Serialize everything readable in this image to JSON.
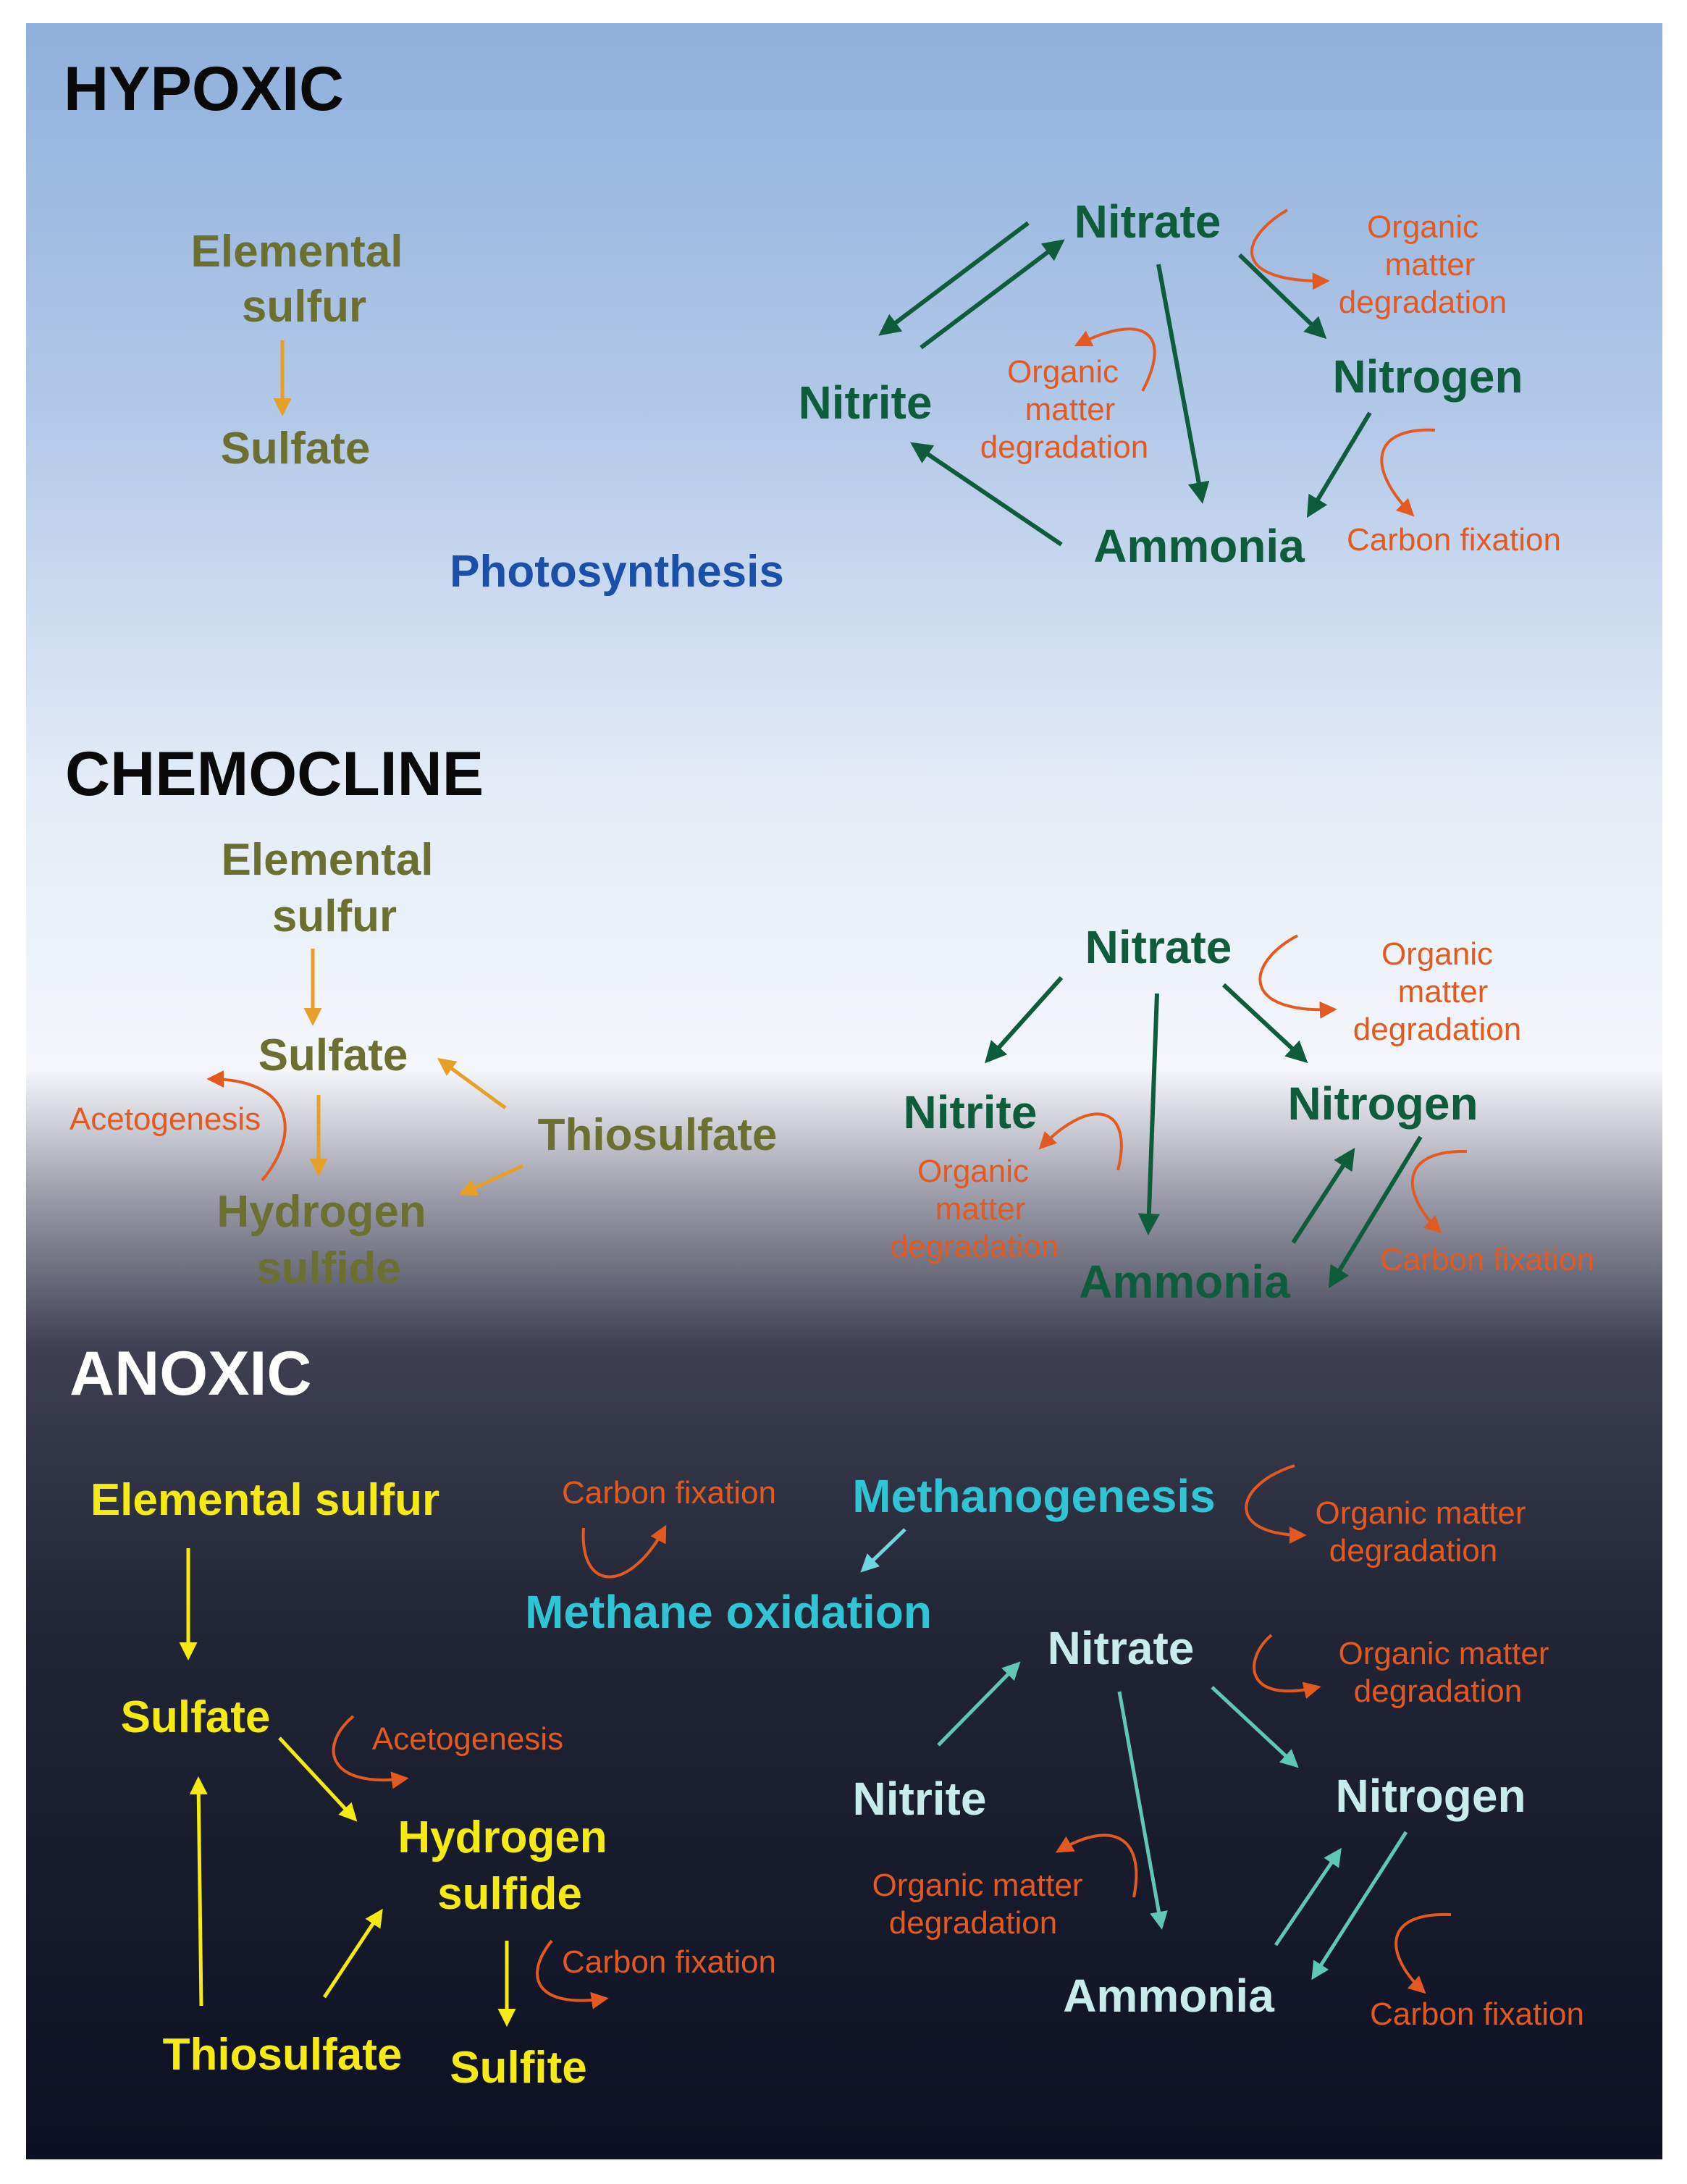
{
  "zones": {
    "hypoxic": "HYPOXIC",
    "chemocline": "CHEMOCLINE",
    "anoxic": "ANOXIC"
  },
  "colors": {
    "sky_top": "#8fb0dc",
    "sky_mid": "#e4ecf7",
    "chemo_white": "#f4f6fa",
    "deep": "#222535",
    "deepest": "#0c1022",
    "sulfur_olive": "#6b7030",
    "nitrogen_green": "#0f5c3c",
    "process_orange": "#e25a22",
    "sulfur_arrow_orange": "#e6a028",
    "anoxic_yellow": "#f5ea12",
    "anoxic_cyan": "#30c4d4",
    "anoxic_teal_text": "#c8ecec",
    "anoxic_teal_arrow": "#5fc7b3",
    "photosynthesis_blue": "#1b4fa8",
    "heading_dark": "#0a0a0a",
    "heading_light": "#ffffff"
  },
  "hypoxic": {
    "sulfur": {
      "elemental_l1": "Elemental",
      "elemental_l2": "sulfur",
      "sulfate": "Sulfate"
    },
    "photosynthesis": "Photosynthesis",
    "nitrogen": {
      "nitrate": "Nitrate",
      "nitrite": "Nitrite",
      "nitrogen": "Nitrogen",
      "ammonia": "Ammonia",
      "omd_top": [
        "Organic",
        "matter",
        "degradation"
      ],
      "omd_mid": [
        "Organic",
        "matter",
        "degradation"
      ],
      "carbon_fixation": "Carbon fixation"
    }
  },
  "chemocline": {
    "sulfur": {
      "elemental_l1": "Elemental",
      "elemental_l2": "sulfur",
      "sulfate": "Sulfate",
      "thiosulfate": "Thiosulfate",
      "hydrogen_l1": "Hydrogen",
      "hydrogen_l2": "sulfide",
      "acetogenesis": "Acetogenesis"
    },
    "nitrogen": {
      "nitrate": "Nitrate",
      "nitrite": "Nitrite",
      "nitrogen": "Nitrogen",
      "ammonia": "Ammonia",
      "omd_top": [
        "Organic",
        "matter",
        "degradation"
      ],
      "omd_left": [
        "Organic",
        "matter",
        "degradation"
      ],
      "carbon_fixation": "Carbon fixation"
    }
  },
  "anoxic": {
    "sulfur": {
      "elemental": "Elemental sulfur",
      "sulfate": "Sulfate",
      "hydrogen_l1": "Hydrogen",
      "hydrogen_l2": "sulfide",
      "thiosulfate": "Thiosulfate",
      "sulfite": "Sulfite",
      "acetogenesis": "Acetogenesis",
      "carbon_fixation": "Carbon fixation"
    },
    "methane": {
      "methanogenesis": "Methanogenesis",
      "methane_oxidation": "Methane oxidation",
      "carbon_fixation": "Carbon fixation",
      "omd": [
        "Organic matter",
        "degradation"
      ]
    },
    "nitrogen": {
      "nitrate": "Nitrate",
      "nitrite": "Nitrite",
      "nitrogen": "Nitrogen",
      "ammonia": "Ammonia",
      "omd_top": [
        "Organic matter",
        "degradation"
      ],
      "omd_left": [
        "Organic matter",
        "degradation"
      ],
      "carbon_fixation": "Carbon fixation"
    }
  }
}
